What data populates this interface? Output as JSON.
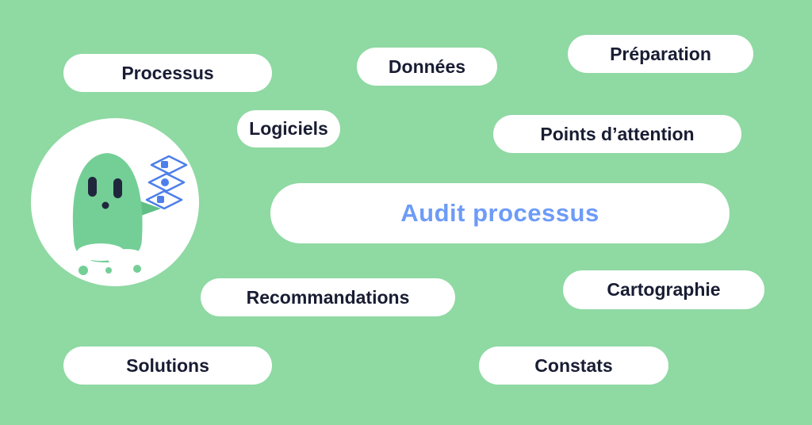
{
  "title": "Audit processus concept diagram",
  "colors": {
    "background": "#8FD9A3",
    "pill_background": "#FFFFFF",
    "pill_text": "#191D33",
    "accent_blue": "#6D9BF7",
    "icon_blue": "#4D7FEA",
    "ghost_green": "#74CF96"
  },
  "center": {
    "label": "Audit processus"
  },
  "pills": [
    {
      "label": "Processus"
    },
    {
      "label": "Données"
    },
    {
      "label": "Préparation"
    },
    {
      "label": "Logiciels"
    },
    {
      "label": "Points d’attention"
    },
    {
      "label": "Recommandations"
    },
    {
      "label": "Cartographie"
    },
    {
      "label": "Solutions"
    },
    {
      "label": "Constats"
    }
  ],
  "mascot": {
    "name": "ghost-mascot",
    "icon": "process-layers-icon"
  }
}
